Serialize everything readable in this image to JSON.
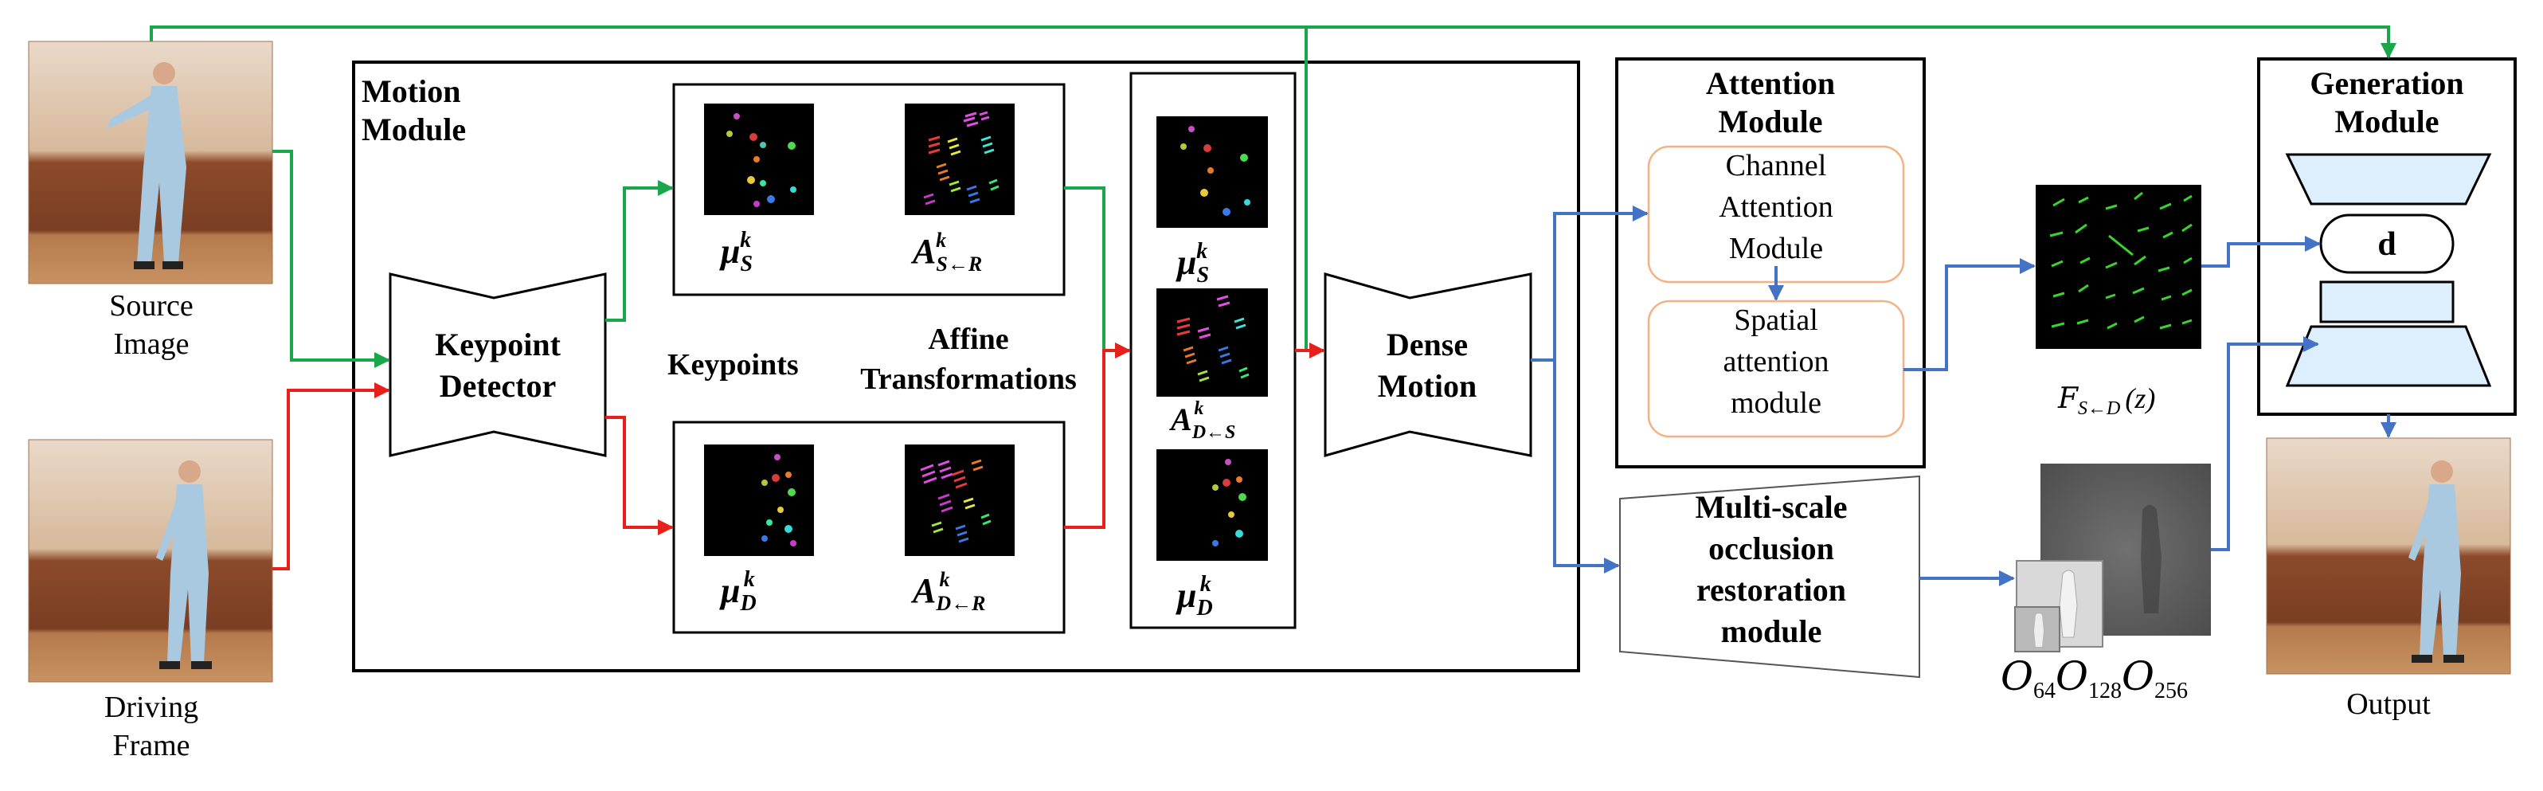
{
  "inputs": {
    "source": {
      "line1": "Source",
      "line2": "Image"
    },
    "driving": {
      "line1": "Driving",
      "line2": "Frame"
    }
  },
  "motion_module": {
    "title_line1": "Motion",
    "title_line2": "Module",
    "keypoint_detector": {
      "line1": "Keypoint",
      "line2": "Detector"
    },
    "keypoints_label": "Keypoints",
    "affine_label_line1": "Affine",
    "affine_label_line2": "Transformations",
    "source_kp": {
      "base": "μ",
      "sub": "S",
      "sup": "k"
    },
    "source_affine": {
      "base": "A",
      "sub": "S←R",
      "sup": "k"
    },
    "driving_kp": {
      "base": "μ",
      "sub": "D",
      "sup": "k"
    },
    "driving_affine": {
      "base": "A",
      "sub": "D←R",
      "sup": "k"
    },
    "stack": [
      {
        "base": "μ",
        "sub": "S",
        "sup": "k"
      },
      {
        "base": "A",
        "sub": "D←S",
        "sup": "k"
      },
      {
        "base": "μ",
        "sub": "D",
        "sup": "k"
      }
    ]
  },
  "dense_motion": {
    "line1": "Dense",
    "line2": "Motion"
  },
  "attention_module": {
    "title_line1": "Attention",
    "title_line2": "Module",
    "channel": {
      "line1": "Channel",
      "line2": "Attention",
      "line3": "Module"
    },
    "spatial": {
      "line1": "Spatial",
      "line2": "attention",
      "line3": "module"
    }
  },
  "occlusion": {
    "line1": "Multi-scale",
    "line2": "occlusion",
    "line3": "restoration",
    "line4": "module"
  },
  "flow_label": {
    "base": "F",
    "sub": "S←D",
    "tail": "(z)"
  },
  "occlusion_labels": [
    {
      "base": "O",
      "sub": "64"
    },
    {
      "base": "O",
      "sub": "128"
    },
    {
      "base": "O",
      "sub": "256"
    }
  ],
  "generation_module": {
    "title_line1": "Generation",
    "title_line2": "Module",
    "bottleneck": "d"
  },
  "output": {
    "label": "Output"
  },
  "colors": {
    "green_arrow": "#1aa64b",
    "red_arrow": "#e8201c",
    "blue_arrow": "#4472c4",
    "attention_sub_border": "#f4b183",
    "generation_fill": "#ddeefc"
  }
}
